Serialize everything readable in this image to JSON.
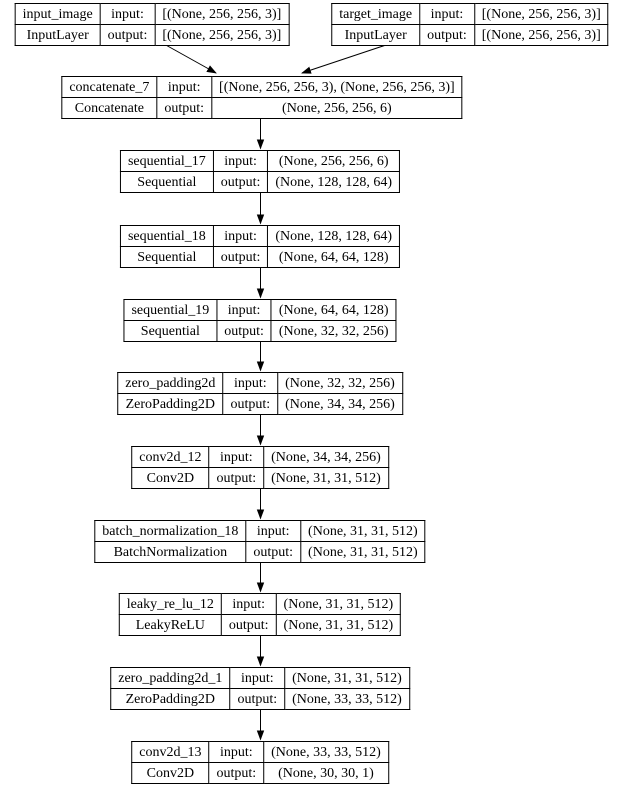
{
  "diagram": {
    "kind": "keras-model-graph",
    "labels": {
      "input": "input:",
      "output": "output:"
    },
    "colors": {
      "border": "#000000",
      "background": "#ffffff",
      "text": "#000000",
      "edge": "#000000"
    },
    "nodes": [
      {
        "name": "input_image",
        "type": "InputLayer",
        "input_shape": "[(None, 256, 256, 3)]",
        "output_shape": "[(None, 256, 256, 3)]"
      },
      {
        "name": "target_image",
        "type": "InputLayer",
        "input_shape": "[(None, 256, 256, 3)]",
        "output_shape": "[(None, 256, 256, 3)]"
      },
      {
        "name": "concatenate_7",
        "type": "Concatenate",
        "input_shape": "[(None, 256, 256, 3), (None, 256, 256, 3)]",
        "output_shape": "(None, 256, 256, 6)"
      },
      {
        "name": "sequential_17",
        "type": "Sequential",
        "input_shape": "(None, 256, 256, 6)",
        "output_shape": "(None, 128, 128, 64)"
      },
      {
        "name": "sequential_18",
        "type": "Sequential",
        "input_shape": "(None, 128, 128, 64)",
        "output_shape": "(None, 64, 64, 128)"
      },
      {
        "name": "sequential_19",
        "type": "Sequential",
        "input_shape": "(None, 64, 64, 128)",
        "output_shape": "(None, 32, 32, 256)"
      },
      {
        "name": "zero_padding2d",
        "type": "ZeroPadding2D",
        "input_shape": "(None, 32, 32, 256)",
        "output_shape": "(None, 34, 34, 256)"
      },
      {
        "name": "conv2d_12",
        "type": "Conv2D",
        "input_shape": "(None, 34, 34, 256)",
        "output_shape": "(None, 31, 31, 512)"
      },
      {
        "name": "batch_normalization_18",
        "type": "BatchNormalization",
        "input_shape": "(None, 31, 31, 512)",
        "output_shape": "(None, 31, 31, 512)"
      },
      {
        "name": "leaky_re_lu_12",
        "type": "LeakyReLU",
        "input_shape": "(None, 31, 31, 512)",
        "output_shape": "(None, 31, 31, 512)"
      },
      {
        "name": "zero_padding2d_1",
        "type": "ZeroPadding2D",
        "input_shape": "(None, 31, 31, 512)",
        "output_shape": "(None, 33, 33, 512)"
      },
      {
        "name": "conv2d_13",
        "type": "Conv2D",
        "input_shape": "(None, 33, 33, 512)",
        "output_shape": "(None, 30, 30, 1)"
      }
    ],
    "edges": [
      {
        "from": "input_image",
        "to": "concatenate_7"
      },
      {
        "from": "target_image",
        "to": "concatenate_7"
      },
      {
        "from": "concatenate_7",
        "to": "sequential_17"
      },
      {
        "from": "sequential_17",
        "to": "sequential_18"
      },
      {
        "from": "sequential_18",
        "to": "sequential_19"
      },
      {
        "from": "sequential_19",
        "to": "zero_padding2d"
      },
      {
        "from": "zero_padding2d",
        "to": "conv2d_12"
      },
      {
        "from": "conv2d_12",
        "to": "batch_normalization_18"
      },
      {
        "from": "batch_normalization_18",
        "to": "leaky_re_lu_12"
      },
      {
        "from": "leaky_re_lu_12",
        "to": "zero_padding2d_1"
      },
      {
        "from": "zero_padding2d_1",
        "to": "conv2d_13"
      }
    ]
  }
}
